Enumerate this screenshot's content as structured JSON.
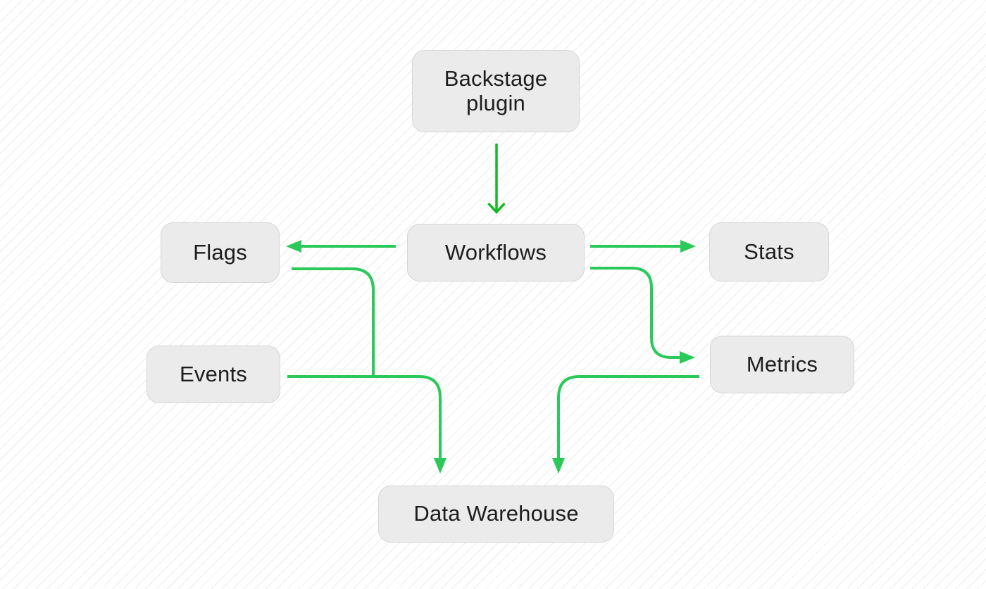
{
  "diagram": {
    "nodes": [
      {
        "id": "backstage-plugin",
        "label": "Backstage plugin"
      },
      {
        "id": "workflows",
        "label": "Workflows"
      },
      {
        "id": "flags",
        "label": "Flags"
      },
      {
        "id": "stats",
        "label": "Stats"
      },
      {
        "id": "events",
        "label": "Events"
      },
      {
        "id": "metrics",
        "label": "Metrics"
      },
      {
        "id": "data-warehouse",
        "label": "Data Warehouse"
      }
    ],
    "edges": [
      {
        "from": "backstage-plugin",
        "to": "workflows",
        "head": "chevron",
        "color": "#15b723"
      },
      {
        "from": "workflows",
        "to": "flags",
        "head": "triangle",
        "color": "#2bc959"
      },
      {
        "from": "workflows",
        "to": "stats",
        "head": "triangle",
        "color": "#2bc959"
      },
      {
        "from": "workflows",
        "to": "metrics",
        "head": "triangle",
        "color": "#2bc959"
      },
      {
        "from": "flags",
        "to": "data-warehouse",
        "head": "none",
        "note": "merges into events line",
        "color": "#2bc959"
      },
      {
        "from": "events",
        "to": "data-warehouse",
        "head": "triangle",
        "color": "#2bc959"
      },
      {
        "from": "metrics",
        "to": "data-warehouse",
        "head": "triangle",
        "color": "#2bc959"
      }
    ]
  },
  "colors": {
    "edge-green": "#2bc959",
    "plugin-edge-green": "#15b723",
    "node-fill": "#ebebeb",
    "node-border": "#d6d6d6",
    "node-text": "#1d1d1f",
    "background": "#ffffff",
    "hatch-line": "#ececec"
  }
}
